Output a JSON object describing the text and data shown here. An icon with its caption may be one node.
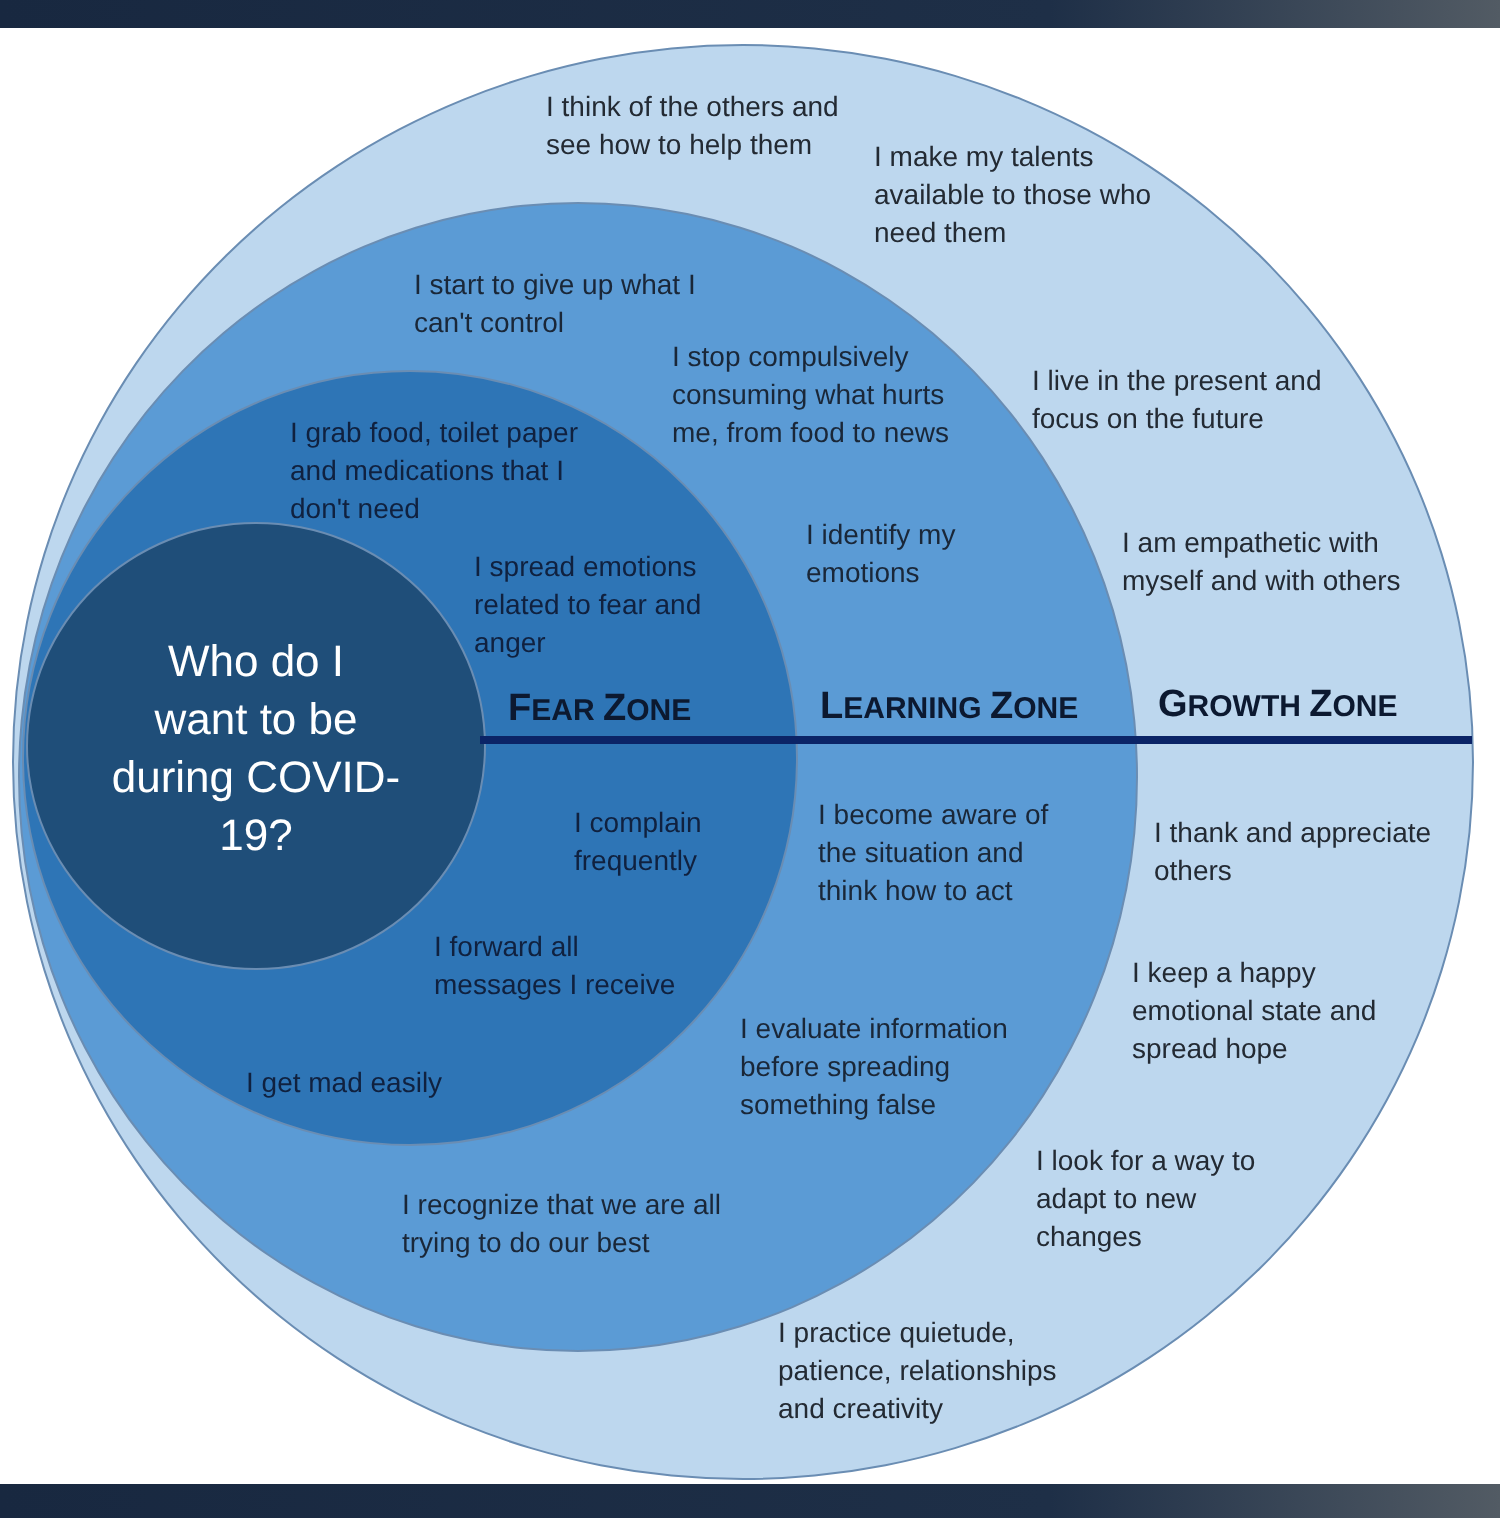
{
  "diagram": {
    "nodes": [
      {
        "text": [
          "I think of the others and see how to help them",
          "I make my talents available to those who need them",
          "I live in the present and focus on the future",
          "I am empathetic with myself and with others",
          "GROWTH ZONE",
          "I thank and appreciate others",
          "I keep a happy emotional state and spread hope",
          "I look for a way to adapt to new changes",
          "I practice quietude, patience, relationships and creativity"
        ]
      },
      {
        "text": [
          "I start to give up what I can't control",
          "I stop compulsively consuming what hurts me, from food to news",
          "I identify my emotions",
          "LEARNING ZONE",
          "I become aware of the situation and think how to act",
          "I evaluate information before spreading something false",
          "I recognize that we are all trying to do our best"
        ],
        "in": 0
      },
      {
        "text": [
          "I grab food, toilet paper and medications that I don't need",
          "I spread emotions related to fear and anger",
          "FEAR ZONE",
          "I complain frequently",
          "I forward all messages I receive",
          "I get mad easily"
        ],
        "in": 1
      },
      {
        "text": [
          "Who do I want to be during COVID-19?"
        ],
        "in": 2
      }
    ]
  }
}
